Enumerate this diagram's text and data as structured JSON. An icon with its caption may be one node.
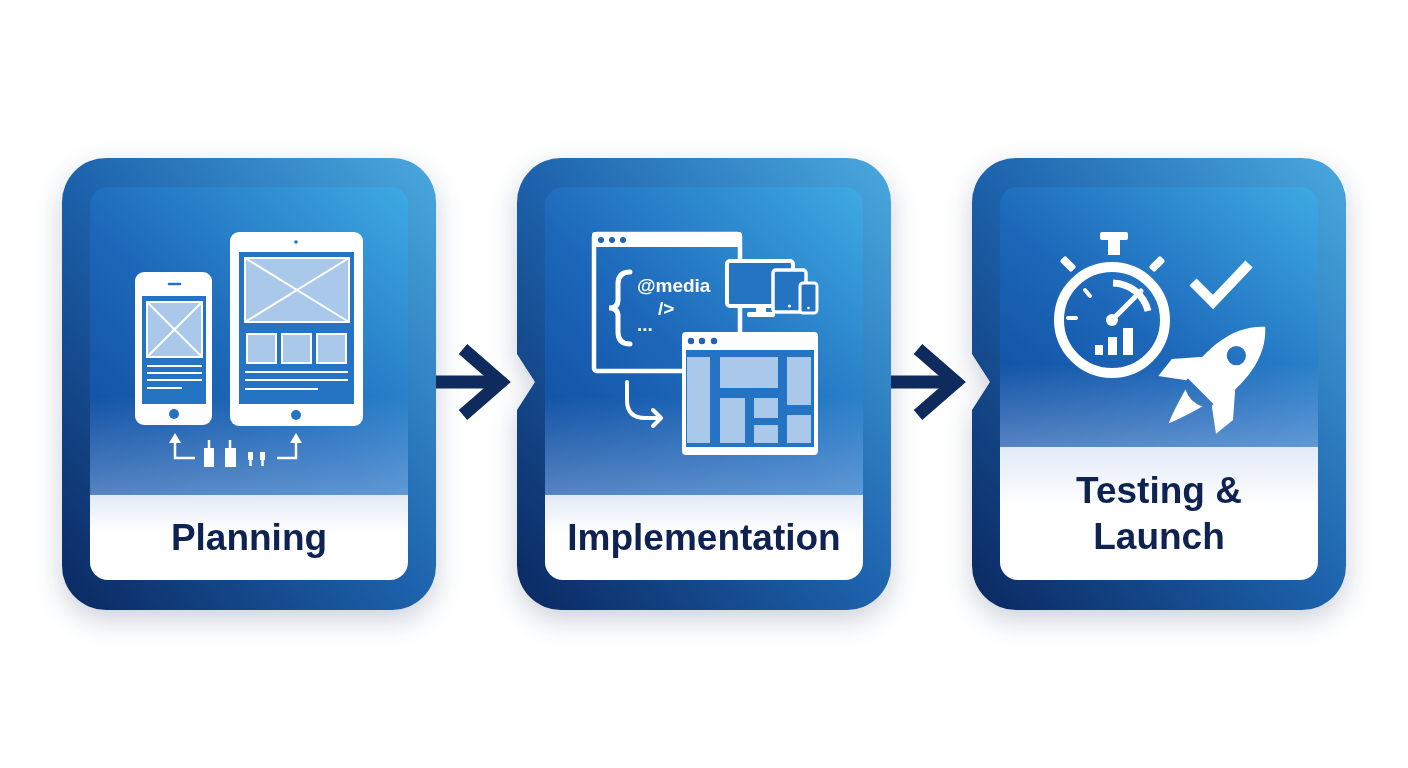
{
  "diagram": {
    "nodes": [
      {
        "text": [
          "Planning"
        ]
      },
      {
        "text": [
          "Implementation"
        ]
      },
      {
        "text": [
          "Testing & Launch"
        ]
      }
    ],
    "edges": [
      {
        "from": 0,
        "to": 1,
        "arrow": "to"
      },
      {
        "from": 1,
        "to": 2,
        "arrow": "to"
      }
    ],
    "labels": [
      "@media",
      "/>",
      "..."
    ]
  }
}
